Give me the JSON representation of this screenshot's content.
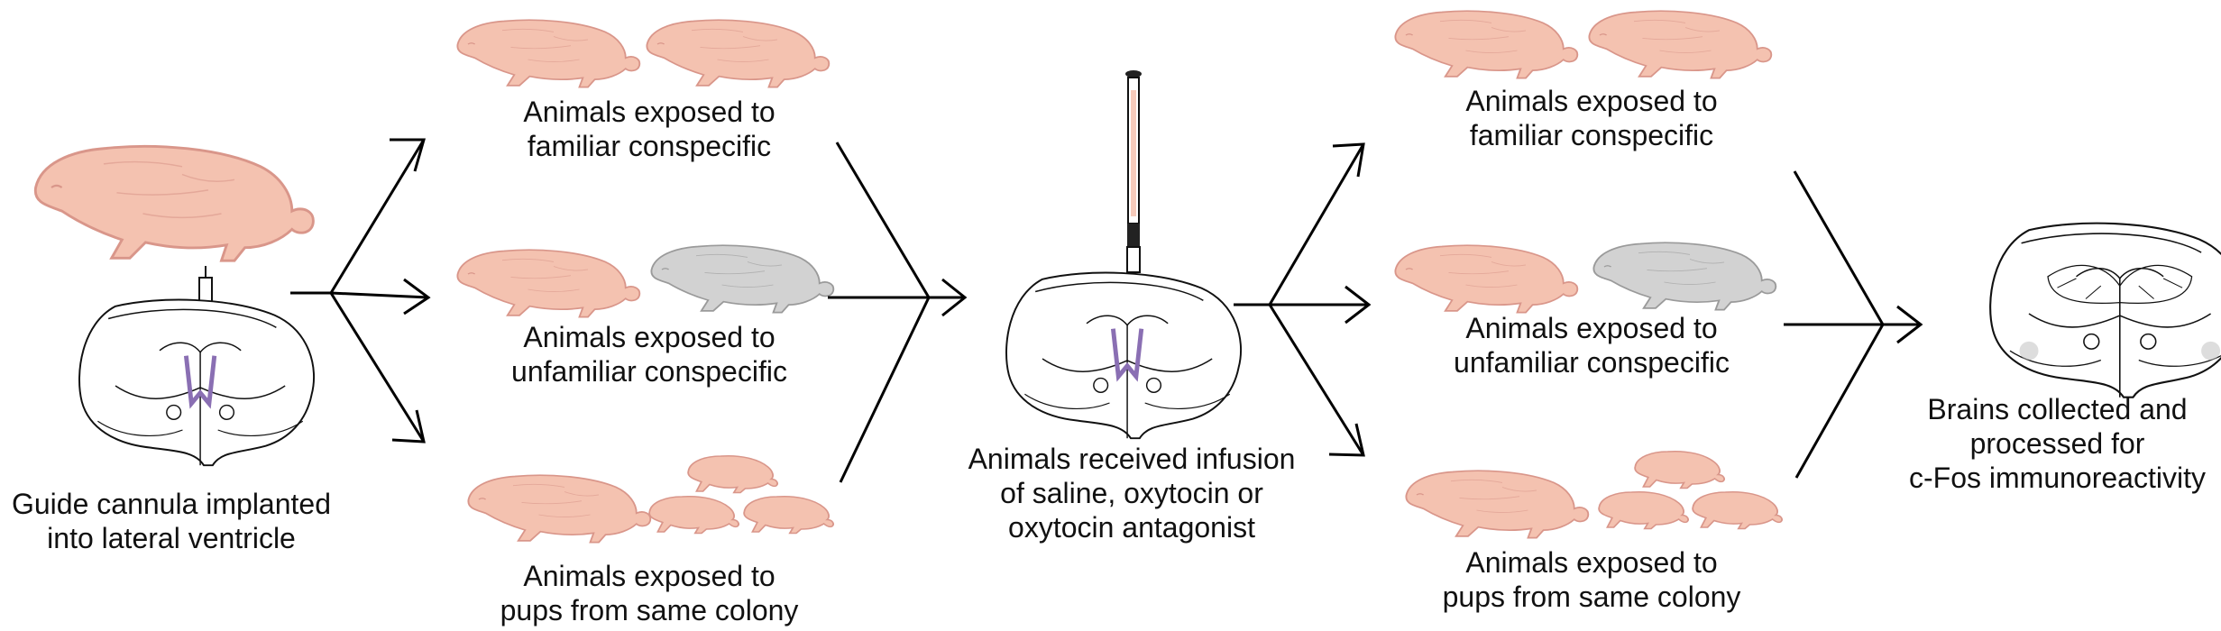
{
  "colors": {
    "animal_familiar": "#f4c2b0",
    "animal_outline": "#d9968a",
    "animal_unfamiliar": "#d2d2d2",
    "animal_unfamiliar_outline": "#9a9a9a",
    "ventricle": "#8a6fb3",
    "line": "#000000"
  },
  "stages": {
    "surgery": {
      "line1": "Guide cannula implanted",
      "line2": "into lateral ventricle"
    },
    "exposure_1": {
      "familiar": {
        "line1": "Animals exposed to",
        "line2": "familiar conspecific"
      },
      "unfamiliar": {
        "line1": "Animals exposed to",
        "line2": "unfamiliar conspecific"
      },
      "pups": {
        "line1": "Animals exposed to",
        "line2": "pups from same colony"
      }
    },
    "infusion": {
      "line1": "Animals received infusion",
      "line2": "of saline, oxytocin or",
      "line3": "oxytocin antagonist"
    },
    "exposure_2": {
      "familiar": {
        "line1": "Animals exposed to",
        "line2": "familiar conspecific"
      },
      "unfamiliar": {
        "line1": "Animals exposed to",
        "line2": "unfamiliar conspecific"
      },
      "pups": {
        "line1": "Animals exposed to",
        "line2": "pups from same colony"
      }
    },
    "collection": {
      "line1": "Brains collected and",
      "line2": "processed for",
      "line3": "c-Fos immunoreactivity"
    }
  }
}
